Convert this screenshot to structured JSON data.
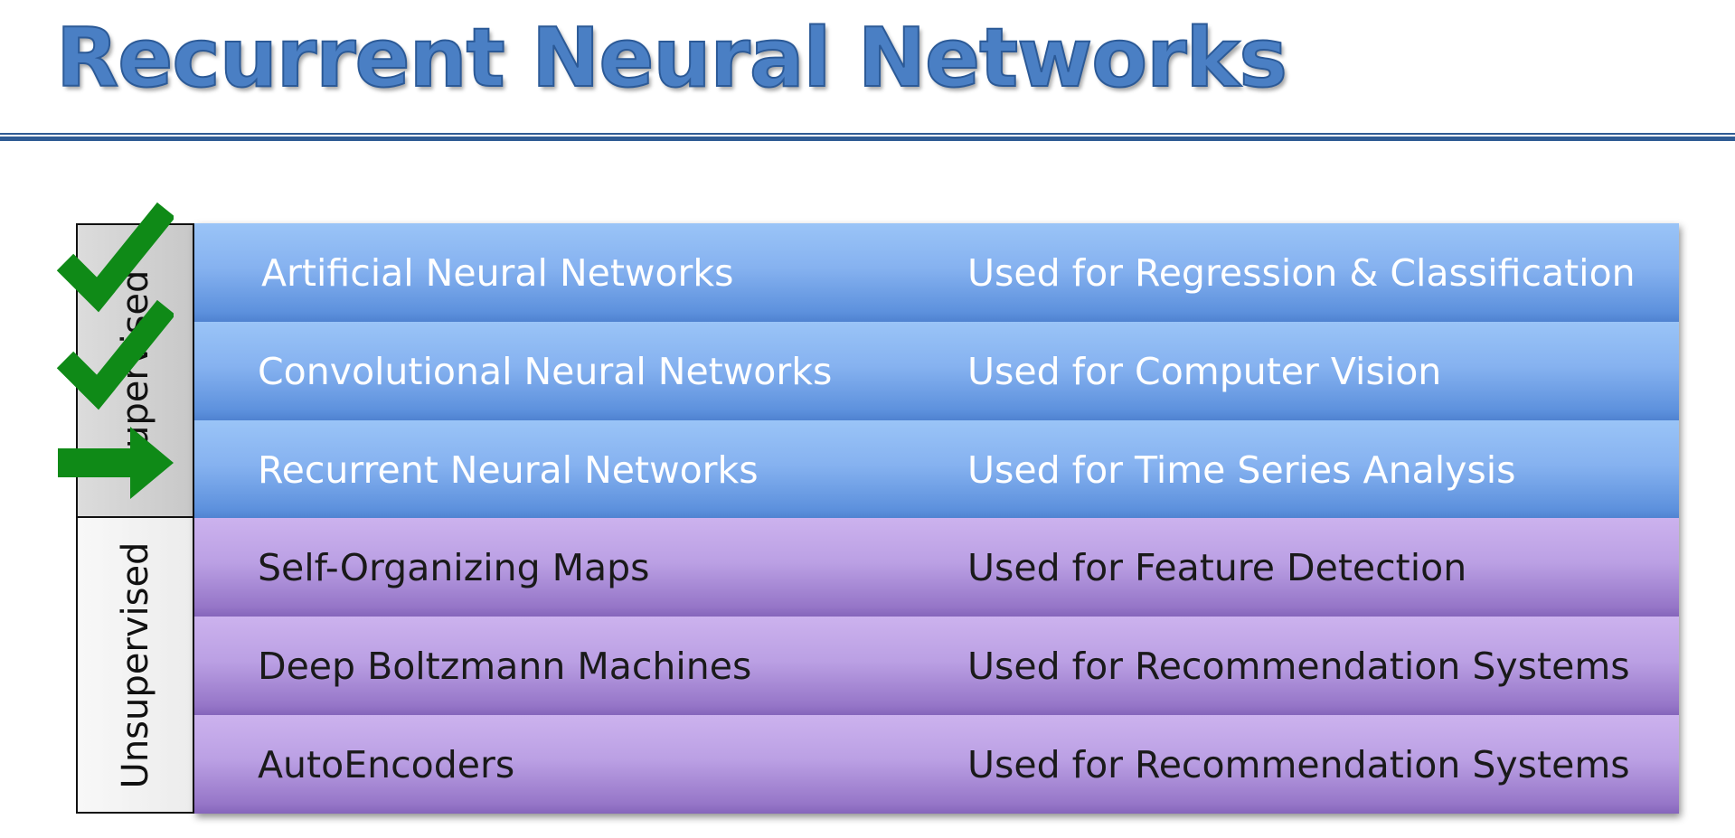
{
  "title": "Recurrent Neural Networks",
  "groups": {
    "supervised": "Supervised",
    "unsupervised": "Unsupervised"
  },
  "rows": [
    {
      "name": "Artificial Neural Networks",
      "use": "Used for Regression & Classification",
      "group": "supervised",
      "marker": "check"
    },
    {
      "name": "Convolutional Neural Networks",
      "use": "Used for Computer Vision",
      "group": "supervised",
      "marker": "check"
    },
    {
      "name": "Recurrent Neural Networks",
      "use": "Used for Time Series Analysis",
      "group": "supervised",
      "marker": "arrow"
    },
    {
      "name": "Self-Organizing Maps",
      "use": "Used for Feature Detection",
      "group": "unsupervised",
      "marker": ""
    },
    {
      "name": "Deep Boltzmann Machines",
      "use": "Used for Recommendation Systems",
      "group": "unsupervised",
      "marker": ""
    },
    {
      "name": "AutoEncoders",
      "use": "Used for Recommendation Systems",
      "group": "unsupervised",
      "marker": ""
    }
  ],
  "colors": {
    "title": "#4a7fc4",
    "supervised_row": "#86b2f0",
    "unsupervised_row": "#bba0e4",
    "marker": "#0f8a17"
  }
}
